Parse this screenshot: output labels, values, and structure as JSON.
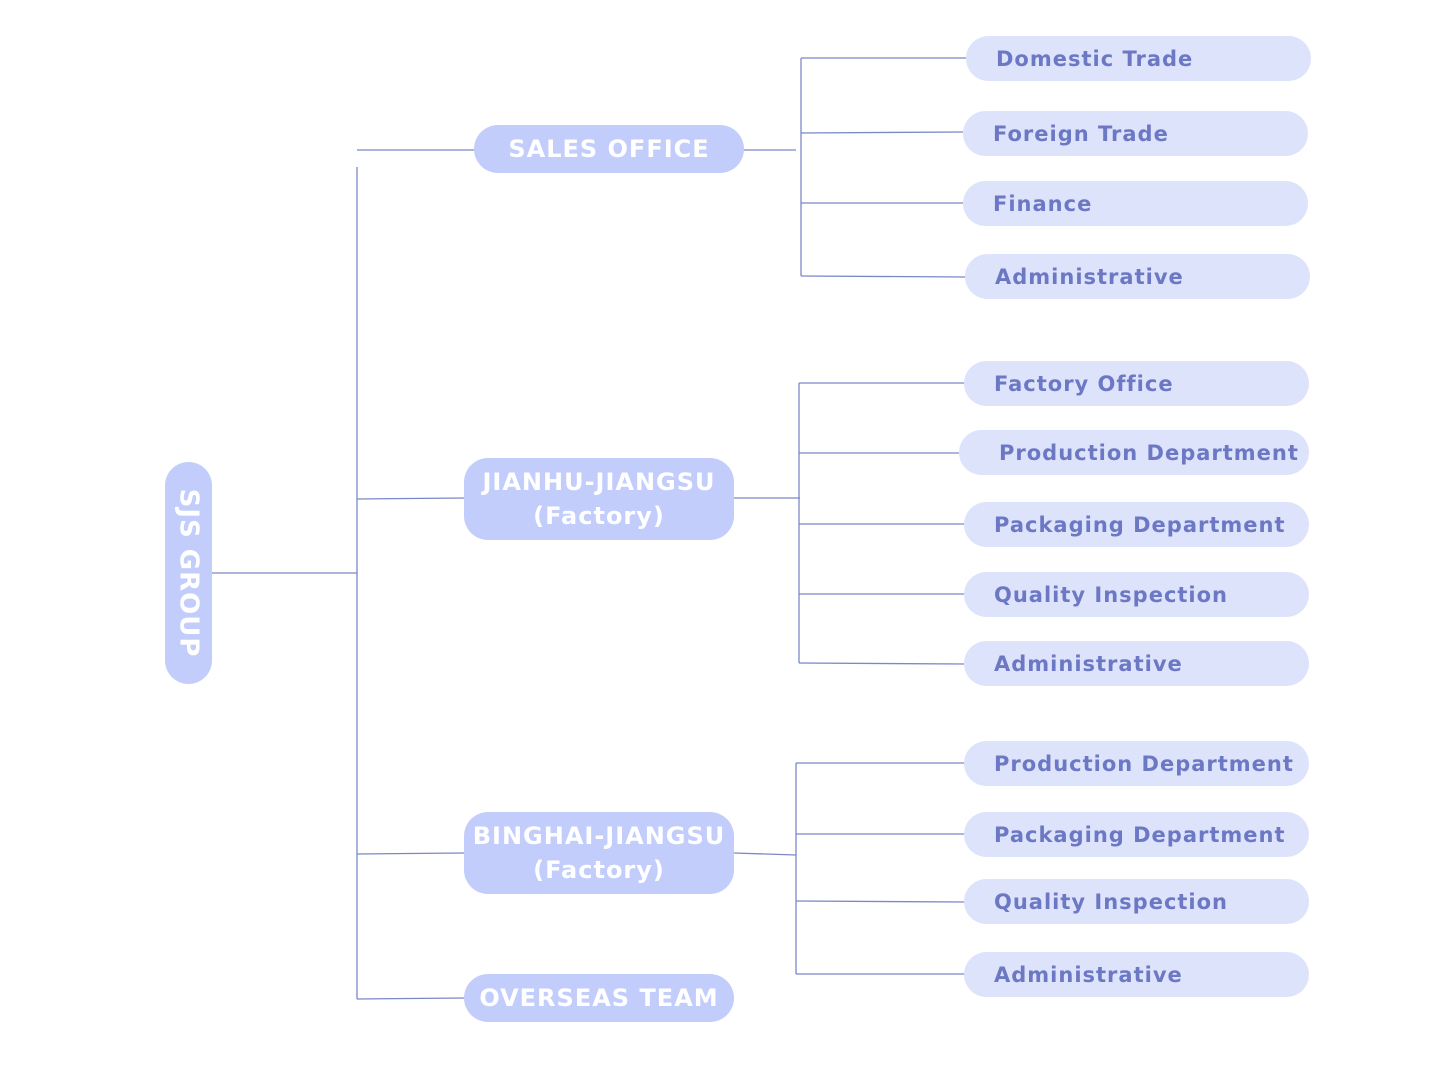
{
  "colors": {
    "line": "#7a88c8",
    "node_fill": "#c2cdfc",
    "leaf_fill": "#dde3fb",
    "leaf_text": "#6c78c4",
    "node_text": "#ffffff"
  },
  "root": {
    "label": "SJS GROUP"
  },
  "branches": [
    {
      "label": "SALES OFFICE",
      "children": [
        "Domestic Trade",
        "Foreign Trade",
        "Finance",
        "Administrative"
      ]
    },
    {
      "label": "JIANHU-JIANGSU\n(Factory)",
      "children": [
        "Factory Office",
        "Production Department",
        "Packaging Department",
        "Quality Inspection",
        "Administrative"
      ]
    },
    {
      "label": "BINGHAI-JIANGSU\n(Factory)",
      "children": [
        "Production Department",
        "Packaging Department",
        "Quality Inspection",
        "Administrative"
      ]
    },
    {
      "label": "OVERSEAS TEAM",
      "children": []
    }
  ]
}
